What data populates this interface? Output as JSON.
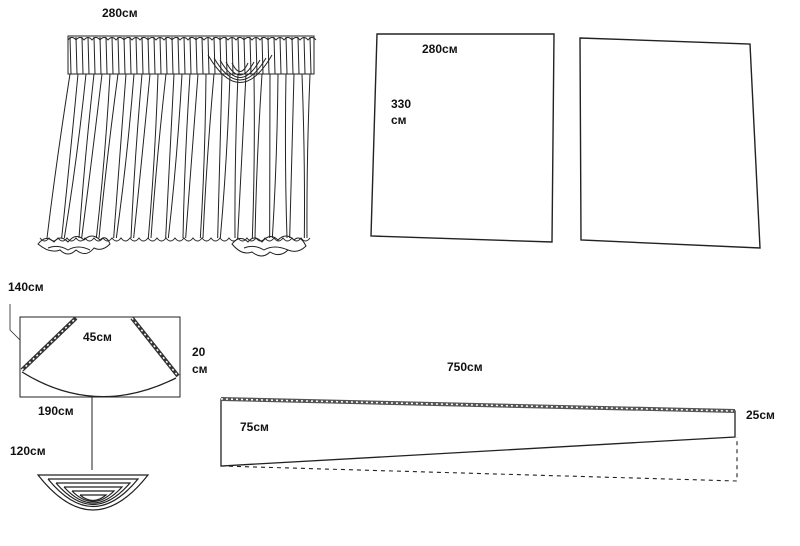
{
  "curtain": {
    "width_label": "280см"
  },
  "panel": {
    "width_label": "280см",
    "height_value": "330",
    "height_unit": "см"
  },
  "swag": {
    "top_label": "140см",
    "depth_label": "45см",
    "side_value": "20",
    "side_unit": "см",
    "bottom_label": "190см",
    "jabot_label": "120см"
  },
  "valance": {
    "length_label": "750см",
    "left_height_label": "75см",
    "right_height_label": "25см"
  }
}
